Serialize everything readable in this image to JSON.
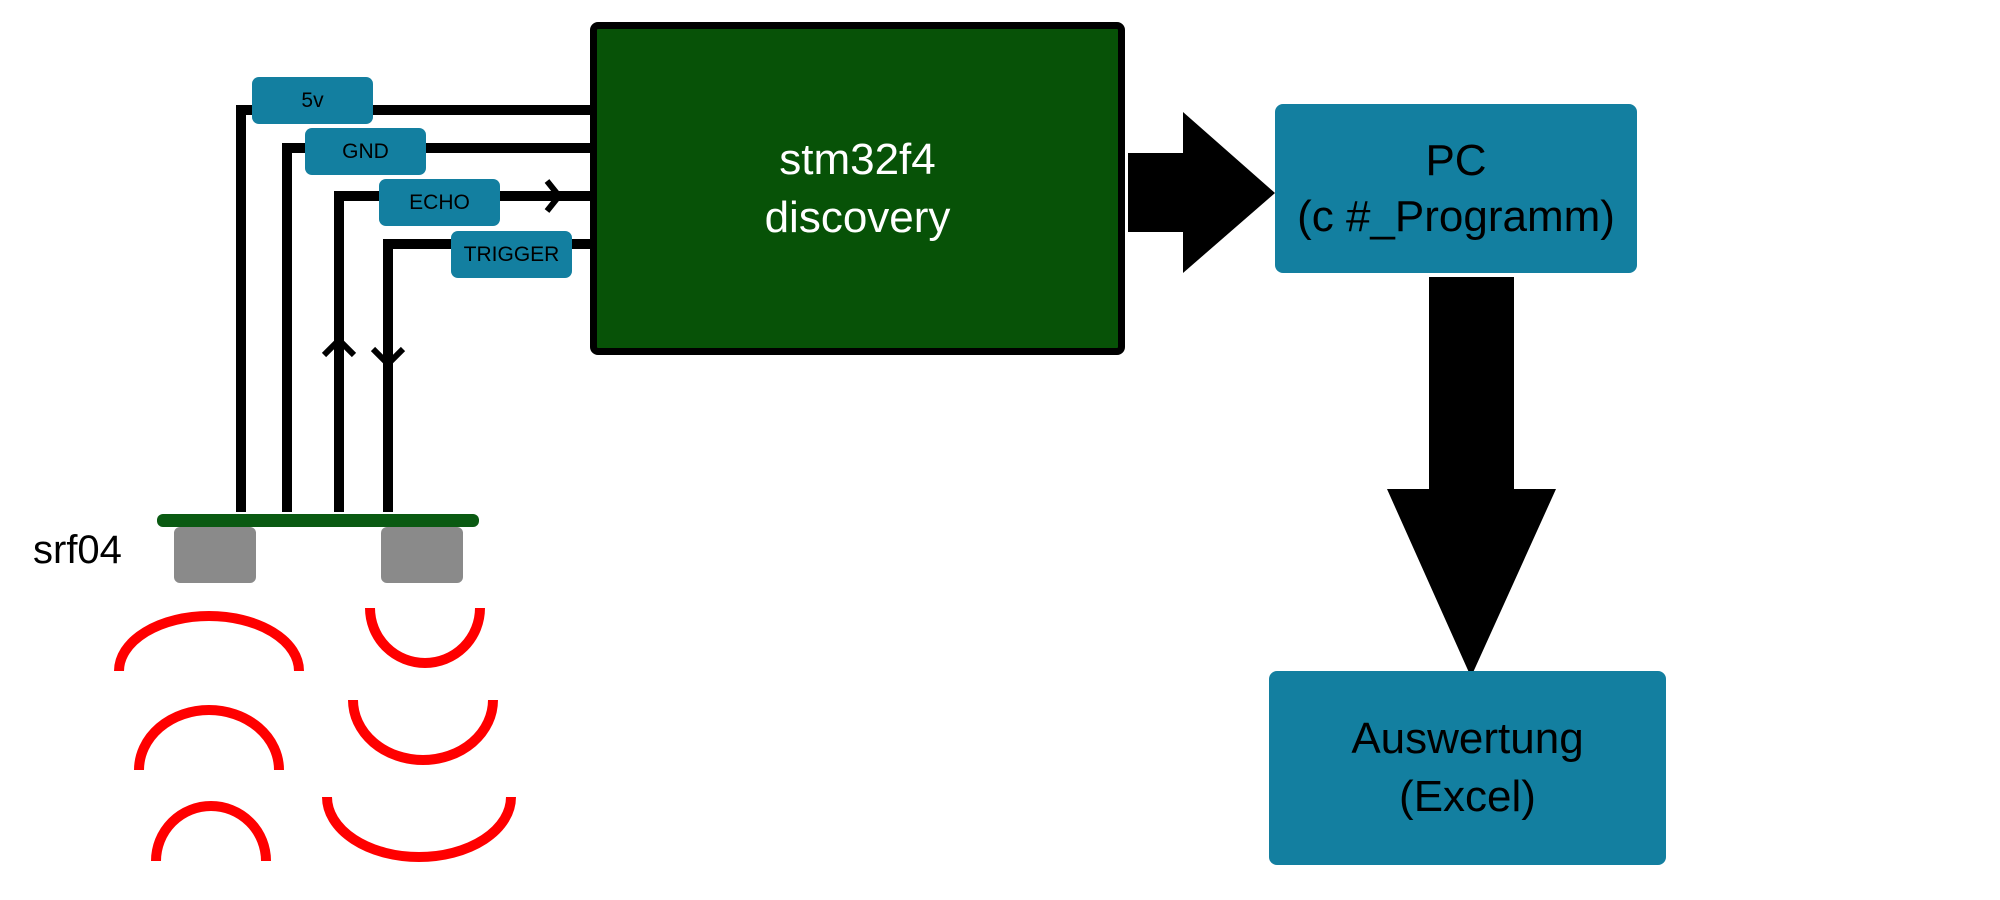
{
  "colors": {
    "mcu": "#075207",
    "box": "#137fa0",
    "wire": "#000000",
    "pcb": "#0a5a12",
    "transducer": "#8a8a8a",
    "wave": "#ff0000",
    "arrow": "#000000"
  },
  "mcu": {
    "line1": "stm32f4",
    "line2": "discovery"
  },
  "pc": {
    "line1": "PC",
    "line2": "(c #_Programm)"
  },
  "evaluation": {
    "line1": "Auswertung",
    "line2": "(Excel)"
  },
  "pins": {
    "vcc": "5v",
    "gnd": "GND",
    "echo": "ECHO",
    "trigger": "TRIGGER"
  },
  "sensor": {
    "label": "srf04"
  }
}
